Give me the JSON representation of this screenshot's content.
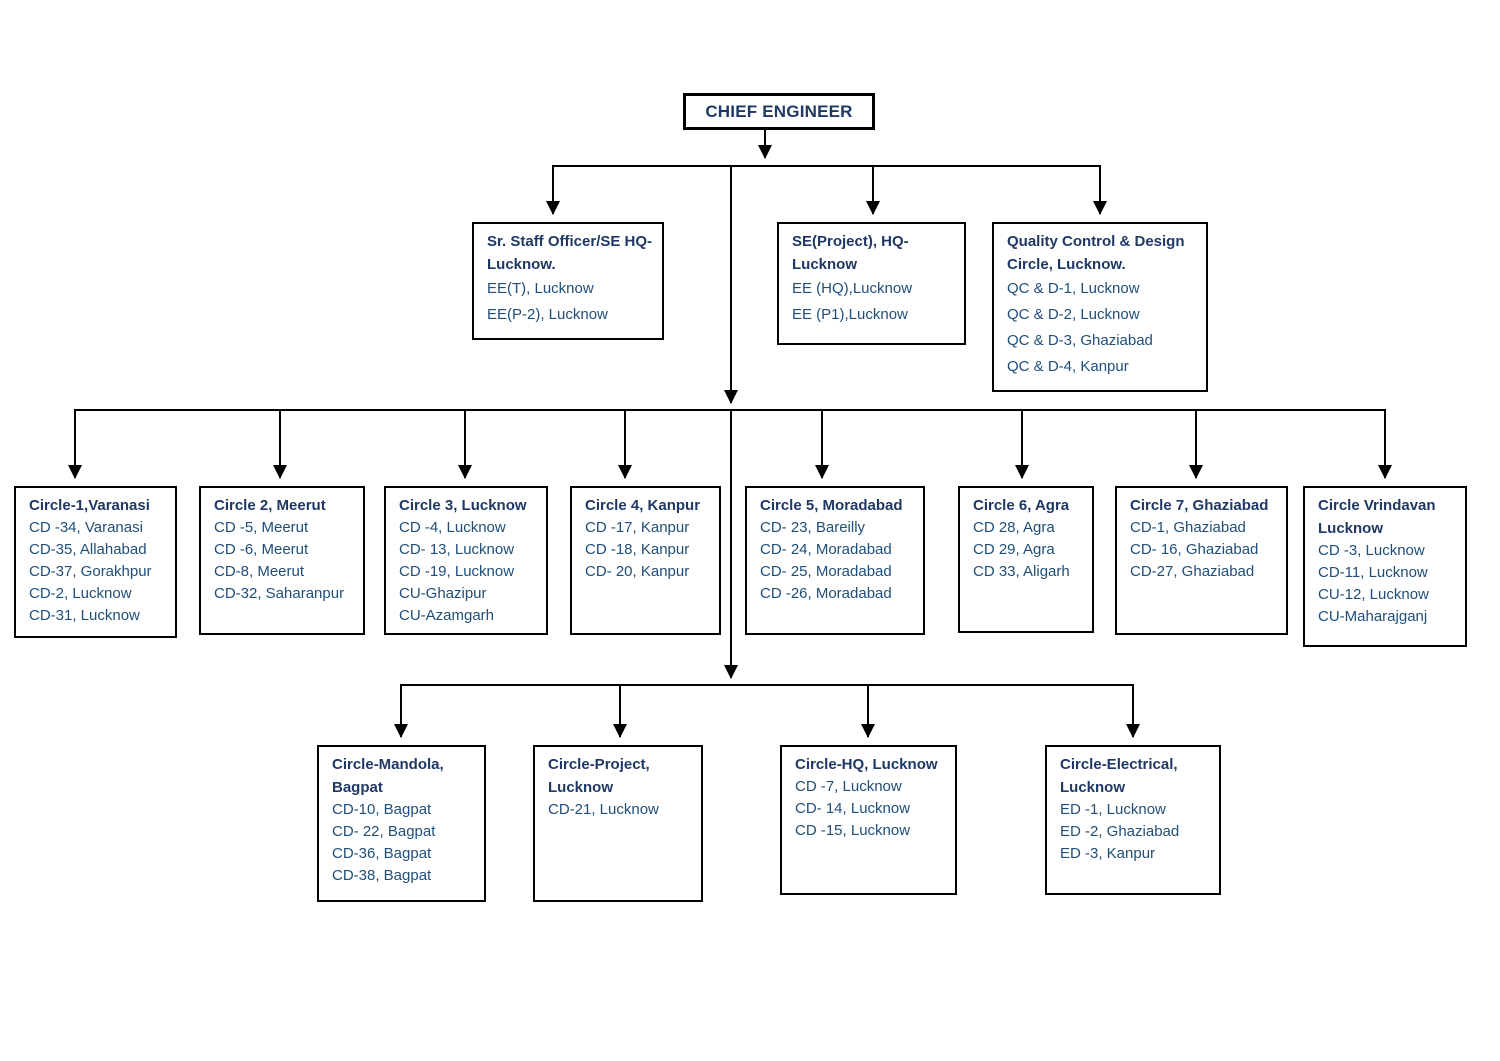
{
  "colors": {
    "heading_text": "#1f3864",
    "item_text": "#1f4e79",
    "line": "#000000",
    "background": "#ffffff"
  },
  "root": {
    "title": "CHIEF ENGINEER"
  },
  "level2": [
    {
      "title": "Sr. Staff Officer/SE HQ-Lucknow.",
      "items": [
        "EE(T), Lucknow",
        "EE(P-2), Lucknow"
      ]
    },
    {
      "title": "SE(Project), HQ-Lucknow",
      "items": [
        "EE (HQ),Lucknow",
        "EE (P1),Lucknow"
      ]
    },
    {
      "title": "Quality Control & Design Circle, Lucknow.",
      "items": [
        "QC & D-1, Lucknow",
        "QC & D-2, Lucknow",
        "QC & D-3, Ghaziabad",
        "QC & D-4, Kanpur"
      ]
    }
  ],
  "level3": [
    {
      "title": "Circle-1,Varanasi",
      "items": [
        "CD -34, Varanasi",
        "CD-35, Allahabad",
        "CD-37, Gorakhpur",
        "CD-2, Lucknow",
        "CD-31, Lucknow"
      ]
    },
    {
      "title": "Circle 2, Meerut",
      "items": [
        "CD -5, Meerut",
        "CD -6, Meerut",
        "CD-8, Meerut",
        "CD-32, Saharanpur"
      ]
    },
    {
      "title": "Circle 3, Lucknow",
      "items": [
        "CD -4, Lucknow",
        "CD- 13, Lucknow",
        "CD -19, Lucknow",
        "CU-Ghazipur",
        "CU-Azamgarh"
      ]
    },
    {
      "title": "Circle 4, Kanpur",
      "items": [
        "CD -17, Kanpur",
        "CD -18, Kanpur",
        "CD- 20, Kanpur"
      ]
    },
    {
      "title": "Circle 5, Moradabad",
      "items": [
        "CD- 23, Bareilly",
        "CD- 24, Moradabad",
        "CD- 25, Moradabad",
        "CD -26, Moradabad"
      ]
    },
    {
      "title": "Circle 6, Agra",
      "items": [
        "CD 28, Agra",
        "CD 29, Agra",
        "CD 33, Aligarh"
      ]
    },
    {
      "title": "Circle 7, Ghaziabad",
      "items": [
        "CD-1, Ghaziabad",
        "CD- 16, Ghaziabad",
        "CD-27, Ghaziabad"
      ]
    },
    {
      "title": "Circle Vrindavan Lucknow",
      "items": [
        "CD -3, Lucknow",
        "CD-11, Lucknow",
        "CU-12, Lucknow",
        "CU-Maharajganj"
      ]
    }
  ],
  "level4": [
    {
      "title": "Circle-Mandola, Bagpat",
      "items": [
        "CD-10, Bagpat",
        "CD- 22, Bagpat",
        "CD-36, Bagpat",
        "CD-38, Bagpat"
      ]
    },
    {
      "title": "Circle-Project, Lucknow",
      "items": [
        "CD-21, Lucknow"
      ]
    },
    {
      "title": "Circle-HQ, Lucknow",
      "items": [
        "CD -7, Lucknow",
        "CD- 14, Lucknow",
        "CD -15, Lucknow"
      ]
    },
    {
      "title": "Circle-Electrical, Lucknow",
      "items": [
        "ED -1, Lucknow",
        "ED -2, Ghaziabad",
        "ED -3, Kanpur"
      ]
    }
  ]
}
